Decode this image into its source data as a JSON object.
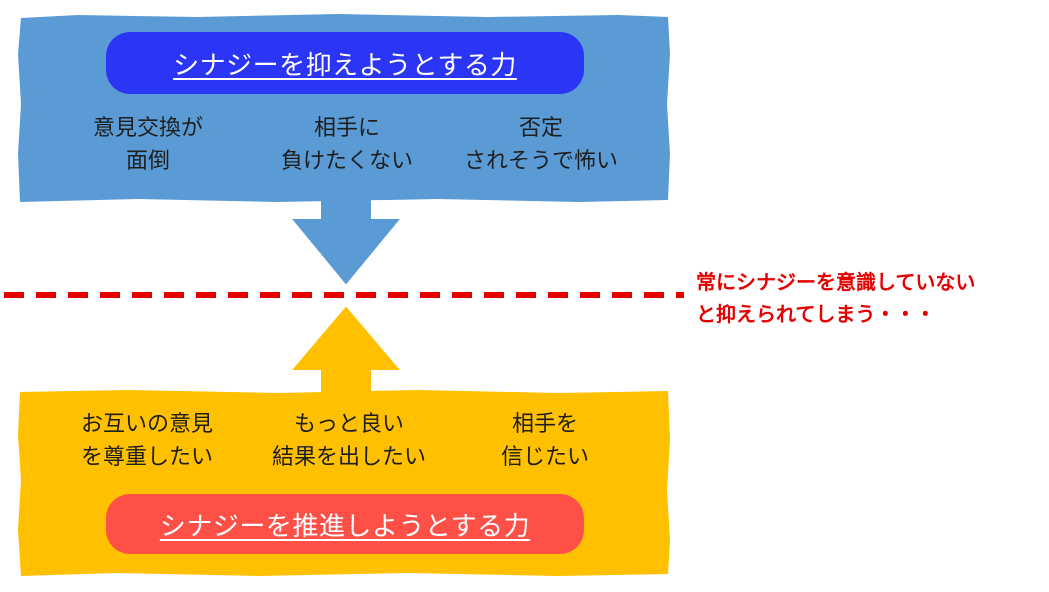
{
  "top_panel": {
    "title": "シナジーを抑えようとする力",
    "items": [
      "意見交換が\n面倒",
      "相手に\n負けたくない",
      "否定\nされそうで怖い"
    ],
    "color": "#5b9bd5",
    "pill_color": "#2b35f5"
  },
  "bottom_panel": {
    "title": "シナジーを推進しようとする力",
    "items": [
      "お互いの意見\nを尊重したい",
      "もっと良い\n結果を出したい",
      "相手を\n信じたい"
    ],
    "color": "#ffc000",
    "pill_color": "#ff5048"
  },
  "note": {
    "text": "常にシナジーを意識していない\nと抑えられてしまう・・・",
    "color": "#e60000"
  },
  "divider": {
    "style": "dashed",
    "color": "#e60000"
  }
}
